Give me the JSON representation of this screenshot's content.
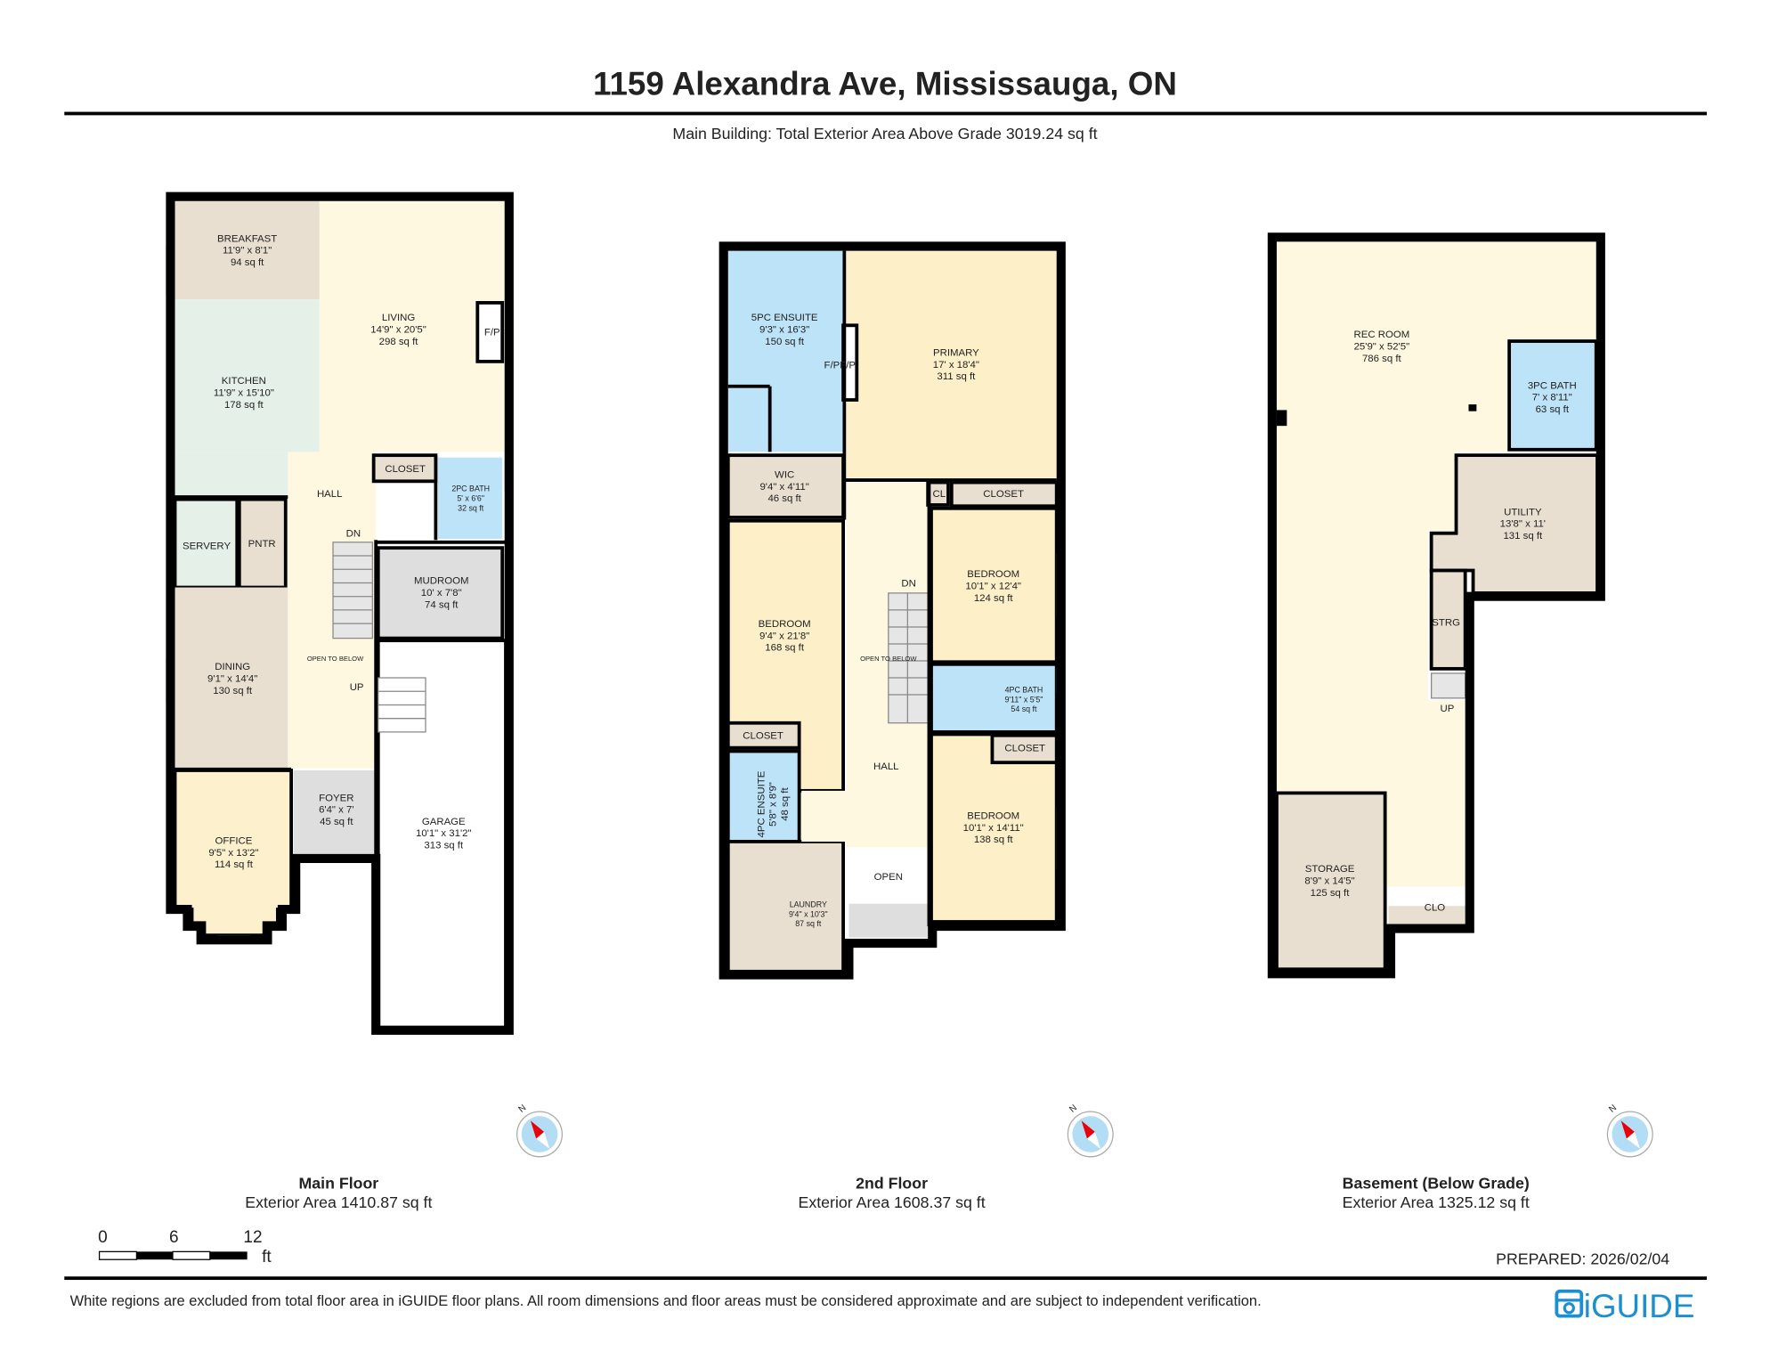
{
  "header": {
    "title": "1159 Alexandra Ave, Mississauga, ON",
    "subtitle": "Main Building: Total Exterior Area Above Grade 3019.24 sq ft"
  },
  "colors": {
    "wall": "#000000",
    "window": "#4aa8dc",
    "bath": "#bde3f9",
    "living_space": "#fef8e0",
    "bedroom": "#fdefc8",
    "utility_space": "#e8dfd0",
    "kitchen": "#e5f0e8",
    "service": "#dedede",
    "brand": "#1b8fd0",
    "compass_north": "#e8000b"
  },
  "floors": [
    {
      "title": "Main Floor",
      "area": "Exterior Area 1410.87 sq ft",
      "rooms": [
        {
          "name": "BREAKFAST",
          "dims": "11'9\" x 8'1\"",
          "area": "94 sq ft"
        },
        {
          "name": "LIVING",
          "dims": "14'9\" x 20'5\"",
          "area": "298 sq ft"
        },
        {
          "name": "KITCHEN",
          "dims": "11'9\" x 15'10\"",
          "area": "178 sq ft"
        },
        {
          "name": "HALL"
        },
        {
          "name": "CLOSET"
        },
        {
          "name": "2PC BATH",
          "dims": "5' x 6'6\"",
          "area": "32 sq ft"
        },
        {
          "name": "SERVERY"
        },
        {
          "name": "PNTR"
        },
        {
          "name": "DINING",
          "dims": "9'1\" x 14'4\"",
          "area": "130 sq ft"
        },
        {
          "name": "MUDROOM",
          "dims": "10' x 7'8\"",
          "area": "74 sq ft"
        },
        {
          "name": "OFFICE",
          "dims": "9'5\" x 13'2\"",
          "area": "114 sq ft"
        },
        {
          "name": "FOYER",
          "dims": "6'4\" x 7'",
          "area": "45 sq ft"
        },
        {
          "name": "GARAGE",
          "dims": "10'1\" x 31'2\"",
          "area": "313 sq ft"
        }
      ],
      "annotations": [
        "F/P",
        "DN",
        "UP",
        "OPEN TO BELOW"
      ]
    },
    {
      "title": "2nd Floor",
      "area": "Exterior Area 1608.37 sq ft",
      "rooms": [
        {
          "name": "5PC ENSUITE",
          "dims": "9'3\" x 16'3\"",
          "area": "150 sq ft"
        },
        {
          "name": "PRIMARY",
          "dims": "17' x 18'4\"",
          "area": "311 sq ft"
        },
        {
          "name": "WIC",
          "dims": "9'4\" x 4'11\"",
          "area": "46 sq ft"
        },
        {
          "name": "BEDROOM",
          "dims": "9'4\" x 21'8\"",
          "area": "168 sq ft"
        },
        {
          "name": "CLOSET"
        },
        {
          "name": "4PC ENSUITE",
          "dims": "5'8\" x 8'9\"",
          "area": "48 sq ft"
        },
        {
          "name": "LAUNDRY",
          "dims": "9'4\" x 10'3\"",
          "area": "87 sq ft"
        },
        {
          "name": "HALL"
        },
        {
          "name": "CL"
        },
        {
          "name": "CLOSET"
        },
        {
          "name": "BEDROOM",
          "dims": "10'1\" x 12'4\"",
          "area": "124 sq ft"
        },
        {
          "name": "4PC BATH",
          "dims": "9'11\" x 5'5\"",
          "area": "54 sq ft"
        },
        {
          "name": "CLOSET"
        },
        {
          "name": "BEDROOM",
          "dims": "10'1\" x 14'11\"",
          "area": "138 sq ft"
        },
        {
          "name": "OPEN"
        }
      ],
      "annotations": [
        "F/P",
        "F/P",
        "DN",
        "OPEN TO BELOW"
      ]
    },
    {
      "title": "Basement (Below Grade)",
      "area": "Exterior Area 1325.12 sq ft",
      "rooms": [
        {
          "name": "REC ROOM",
          "dims": "25'9\" x 52'5\"",
          "area": "786 sq ft"
        },
        {
          "name": "3PC BATH",
          "dims": "7' x 8'11\"",
          "area": "63 sq ft"
        },
        {
          "name": "UTILITY",
          "dims": "13'8\" x 11'",
          "area": "131 sq ft"
        },
        {
          "name": "STRG"
        },
        {
          "name": "STORAGE",
          "dims": "8'9\" x 14'5\"",
          "area": "125 sq ft"
        },
        {
          "name": "CLO"
        }
      ],
      "annotations": [
        "UP"
      ]
    }
  ],
  "compass": {
    "label": "N"
  },
  "scale_bar": {
    "ticks": [
      "0",
      "6",
      "12"
    ],
    "unit": "ft"
  },
  "prepared": "PREPARED: 2026/02/04",
  "disclaimer": "White regions are excluded from total floor area in iGUIDE floor plans. All room dimensions and floor areas must be considered approximate and are subject to independent verification.",
  "logo": "iGUIDE"
}
